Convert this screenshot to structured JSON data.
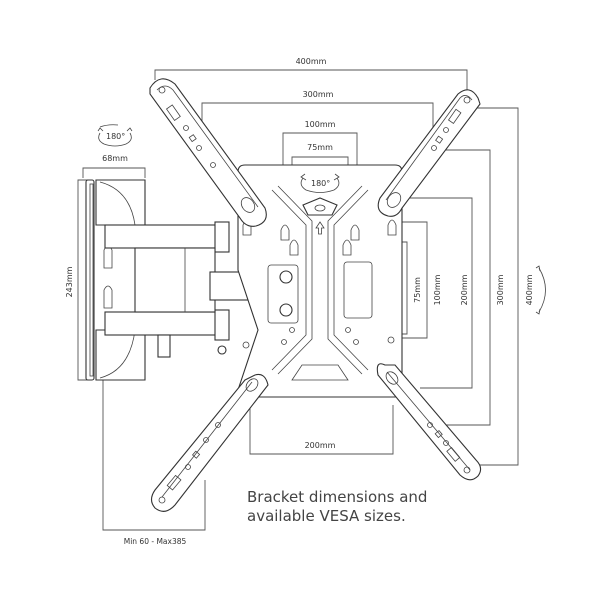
{
  "caption": {
    "line1": "Bracket dimensions and",
    "line2": "available VESA sizes."
  },
  "dimensions": {
    "horizontal": {
      "vesa_400": "400mm",
      "vesa_300": "300mm",
      "vesa_100": "100mm",
      "vesa_75": "75mm",
      "vesa_200": "200mm"
    },
    "vertical": {
      "vesa_75": "75mm",
      "vesa_100": "100mm",
      "vesa_200": "200mm",
      "vesa_300": "300mm",
      "vesa_400": "400mm"
    },
    "wall_plate_width": "68mm",
    "wall_plate_height": "243mm",
    "extension": "Min 60 - Max385"
  },
  "rotation": {
    "wall_swivel": "180°",
    "plate_swivel": "180°"
  },
  "icons": [
    "rotate-arrow-icon",
    "up-arrow-icon",
    "tilt-arrow-icon"
  ]
}
